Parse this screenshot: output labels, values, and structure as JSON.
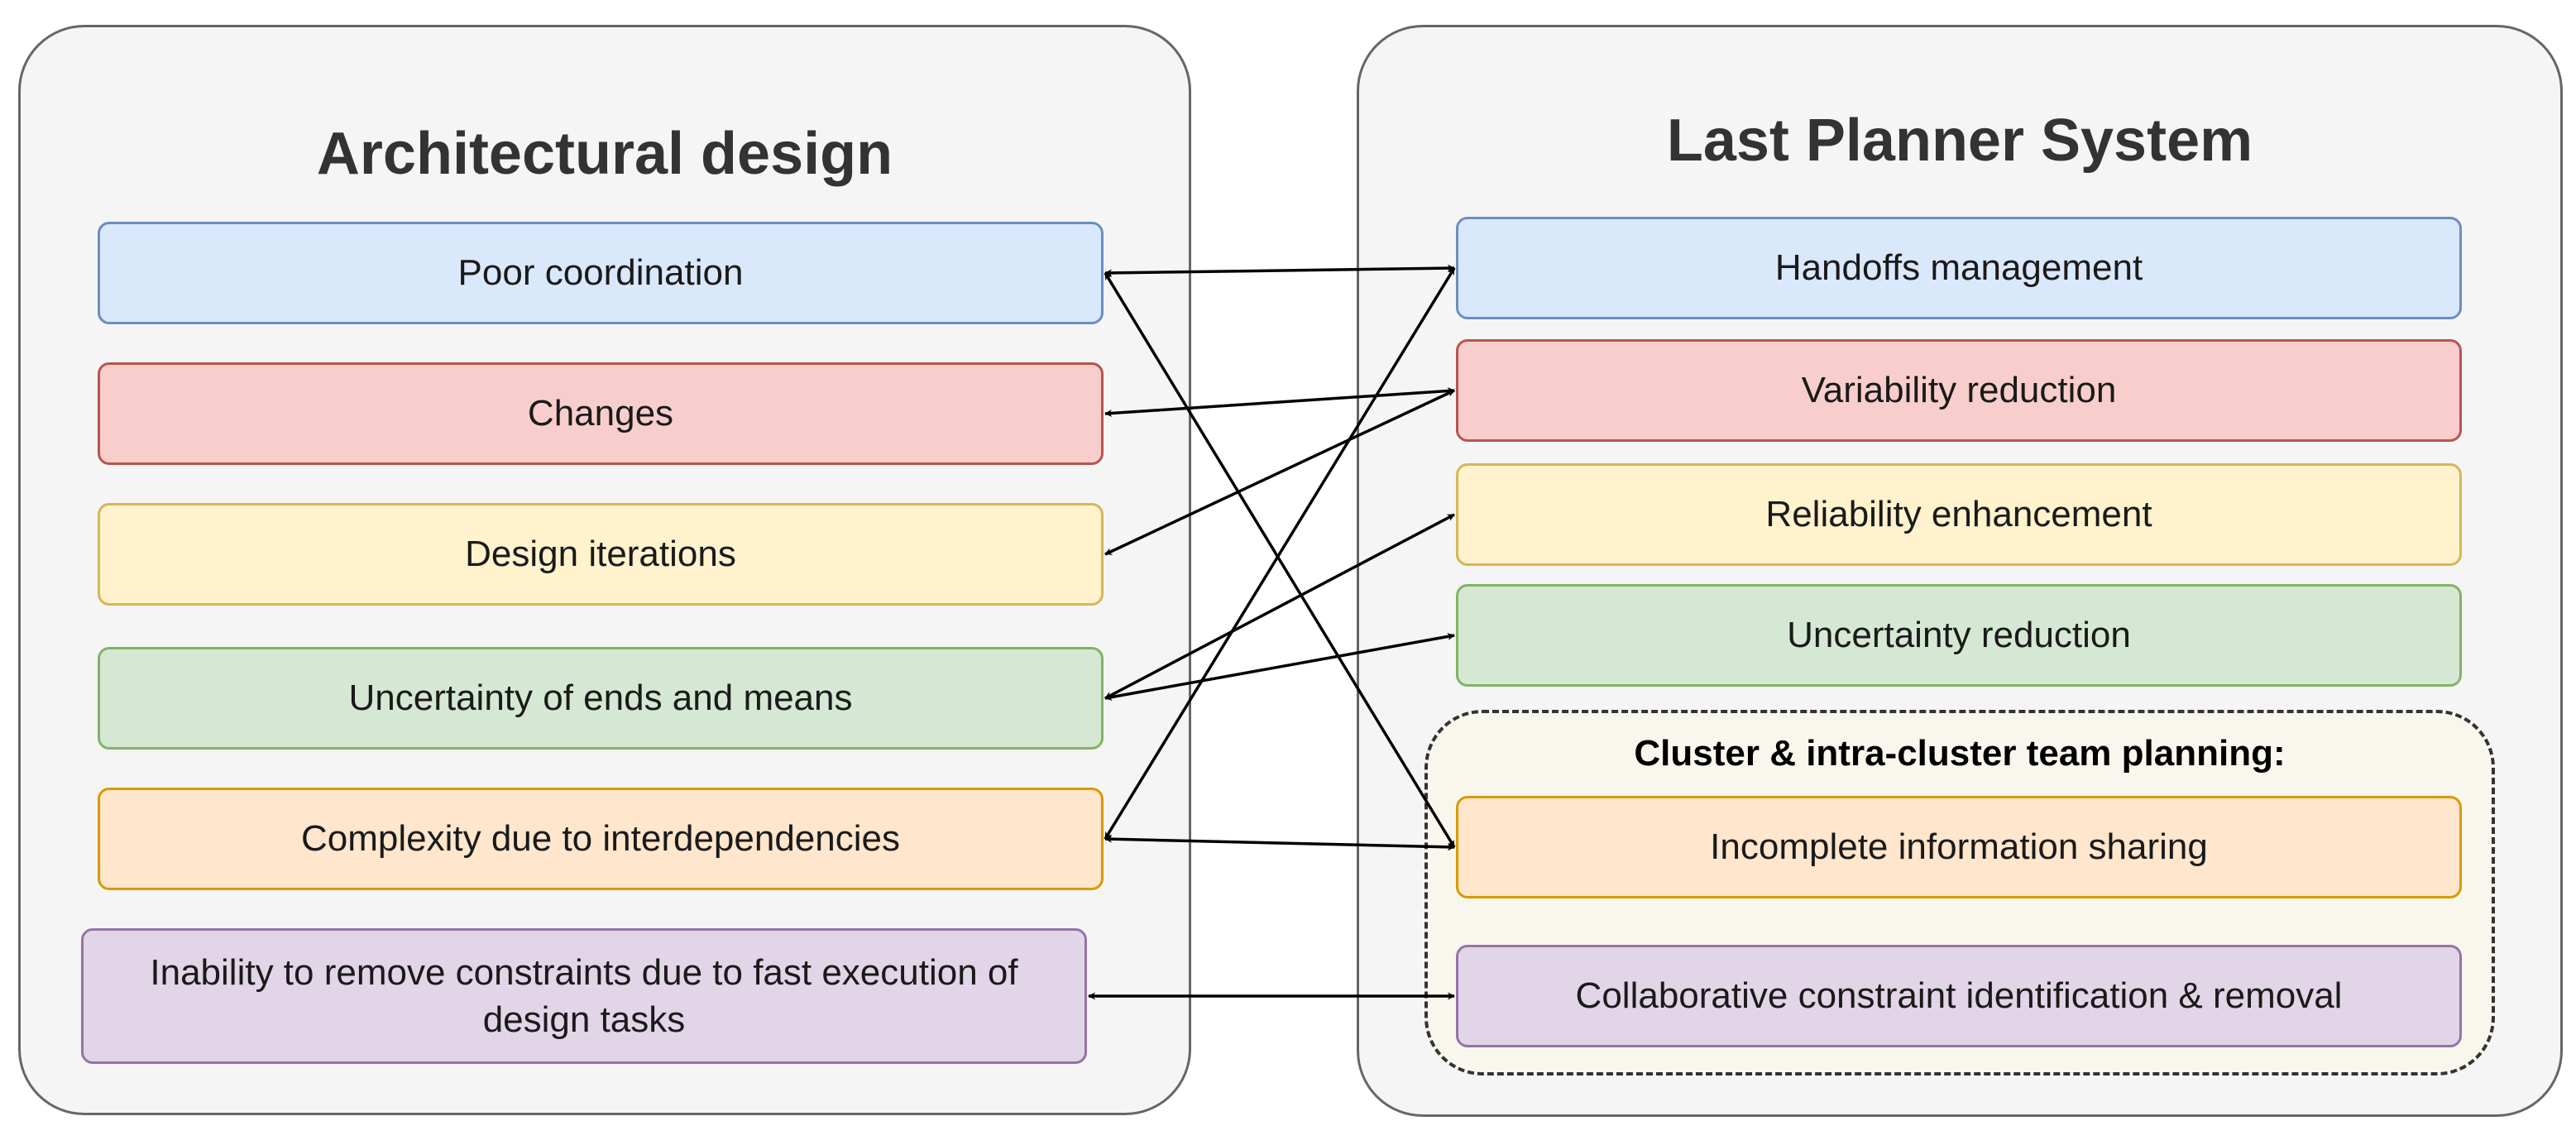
{
  "left_panel": {
    "title": "Architectural design",
    "items": [
      {
        "label": "Poor coordination",
        "color": "blue"
      },
      {
        "label": "Changes",
        "color": "red"
      },
      {
        "label": "Design iterations",
        "color": "yellow"
      },
      {
        "label": "Uncertainty of ends and means",
        "color": "green"
      },
      {
        "label": "Complexity due to interdependencies",
        "color": "orange"
      },
      {
        "label": "Inability to remove constraints due to fast execution of design tasks",
        "color": "purple"
      }
    ]
  },
  "right_panel": {
    "title": "Last Planner System",
    "items": [
      {
        "label": "Handoffs management",
        "color": "blue"
      },
      {
        "label": "Variability reduction",
        "color": "red"
      },
      {
        "label": "Reliability enhancement",
        "color": "yellow"
      },
      {
        "label": "Uncertainty reduction",
        "color": "green"
      }
    ],
    "cluster": {
      "title": "Cluster & intra-cluster team planning:",
      "items": [
        {
          "label": "Incomplete information sharing",
          "color": "orange"
        },
        {
          "label": "Collaborative constraint identification & removal",
          "color": "purple"
        }
      ]
    }
  },
  "connections": [
    {
      "from": "Poor coordination",
      "to": "Handoffs management",
      "direction": "both"
    },
    {
      "from": "Poor coordination",
      "to": "Incomplete information sharing",
      "direction": "both"
    },
    {
      "from": "Changes",
      "to": "Variability reduction",
      "direction": "both"
    },
    {
      "from": "Design iterations",
      "to": "Variability reduction",
      "direction": "both"
    },
    {
      "from": "Uncertainty of ends and means",
      "to": "Reliability enhancement",
      "direction": "both"
    },
    {
      "from": "Uncertainty of ends and means",
      "to": "Uncertainty reduction",
      "direction": "both"
    },
    {
      "from": "Complexity due to interdependencies",
      "to": "Handoffs management",
      "direction": "both"
    },
    {
      "from": "Complexity due to interdependencies",
      "to": "Incomplete information sharing",
      "direction": "both"
    },
    {
      "from": "Inability to remove constraints due to fast execution of design tasks",
      "to": "Collaborative constraint identification & removal",
      "direction": "both"
    }
  ]
}
